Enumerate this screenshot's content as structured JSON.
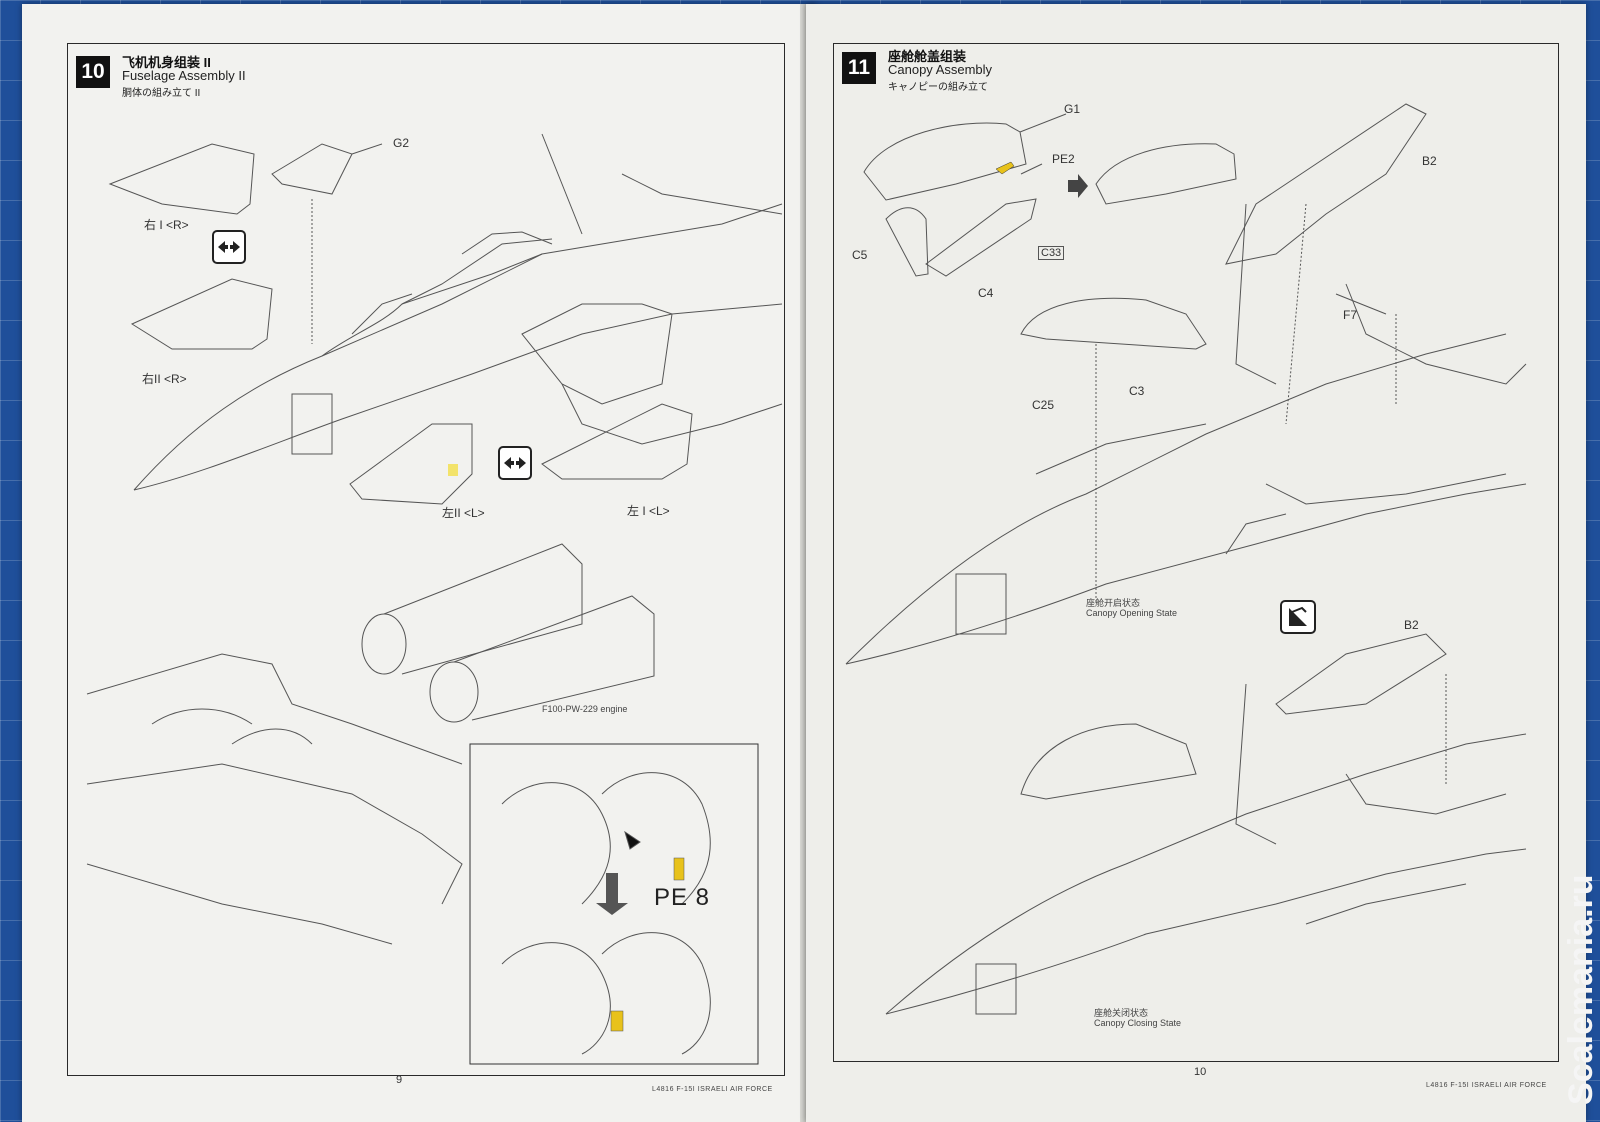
{
  "left_page": {
    "step_number": "10",
    "title_cn": "飞机机身组装 II",
    "title_en": "Fuselage Assembly II",
    "title_jp": "胴体の組み立て II",
    "labels": {
      "g2": "G2",
      "right1": "右 I <R>",
      "right2": "右II <R>",
      "left2": "左II <L>",
      "left1": "左 I <L>",
      "engine": "F100-PW-229 engine",
      "pe8": "PE 8"
    },
    "page_number": "9",
    "footer": "L4816 F-15I ISRAELI AIR FORCE"
  },
  "right_page": {
    "step_number": "11",
    "title_cn": "座舱舱盖组装",
    "title_en": "Canopy Assembly",
    "title_jp": "キャノピーの組み立て",
    "labels": {
      "g1": "G1",
      "pe2": "PE2",
      "c5": "C5",
      "c33": "C33",
      "c4": "C4",
      "b2_top": "B2",
      "f7": "F7",
      "c3": "C3",
      "c25": "C25",
      "open_cn": "座舱开启状态",
      "open_en": "Canopy Opening State",
      "b2_bottom": "B2",
      "closed_cn": "座舱关闭状态",
      "closed_en": "Canopy Closing State"
    },
    "page_number": "10",
    "footer": "L4816 F-15I ISRAELI AIR FORCE"
  },
  "watermark": "Scalemania.ru",
  "icons": [
    "swap-arrows-icon",
    "swap-arrows-icon",
    "down-arrow-icon",
    "right-arrow-icon",
    "canopy-toggle-icon"
  ]
}
